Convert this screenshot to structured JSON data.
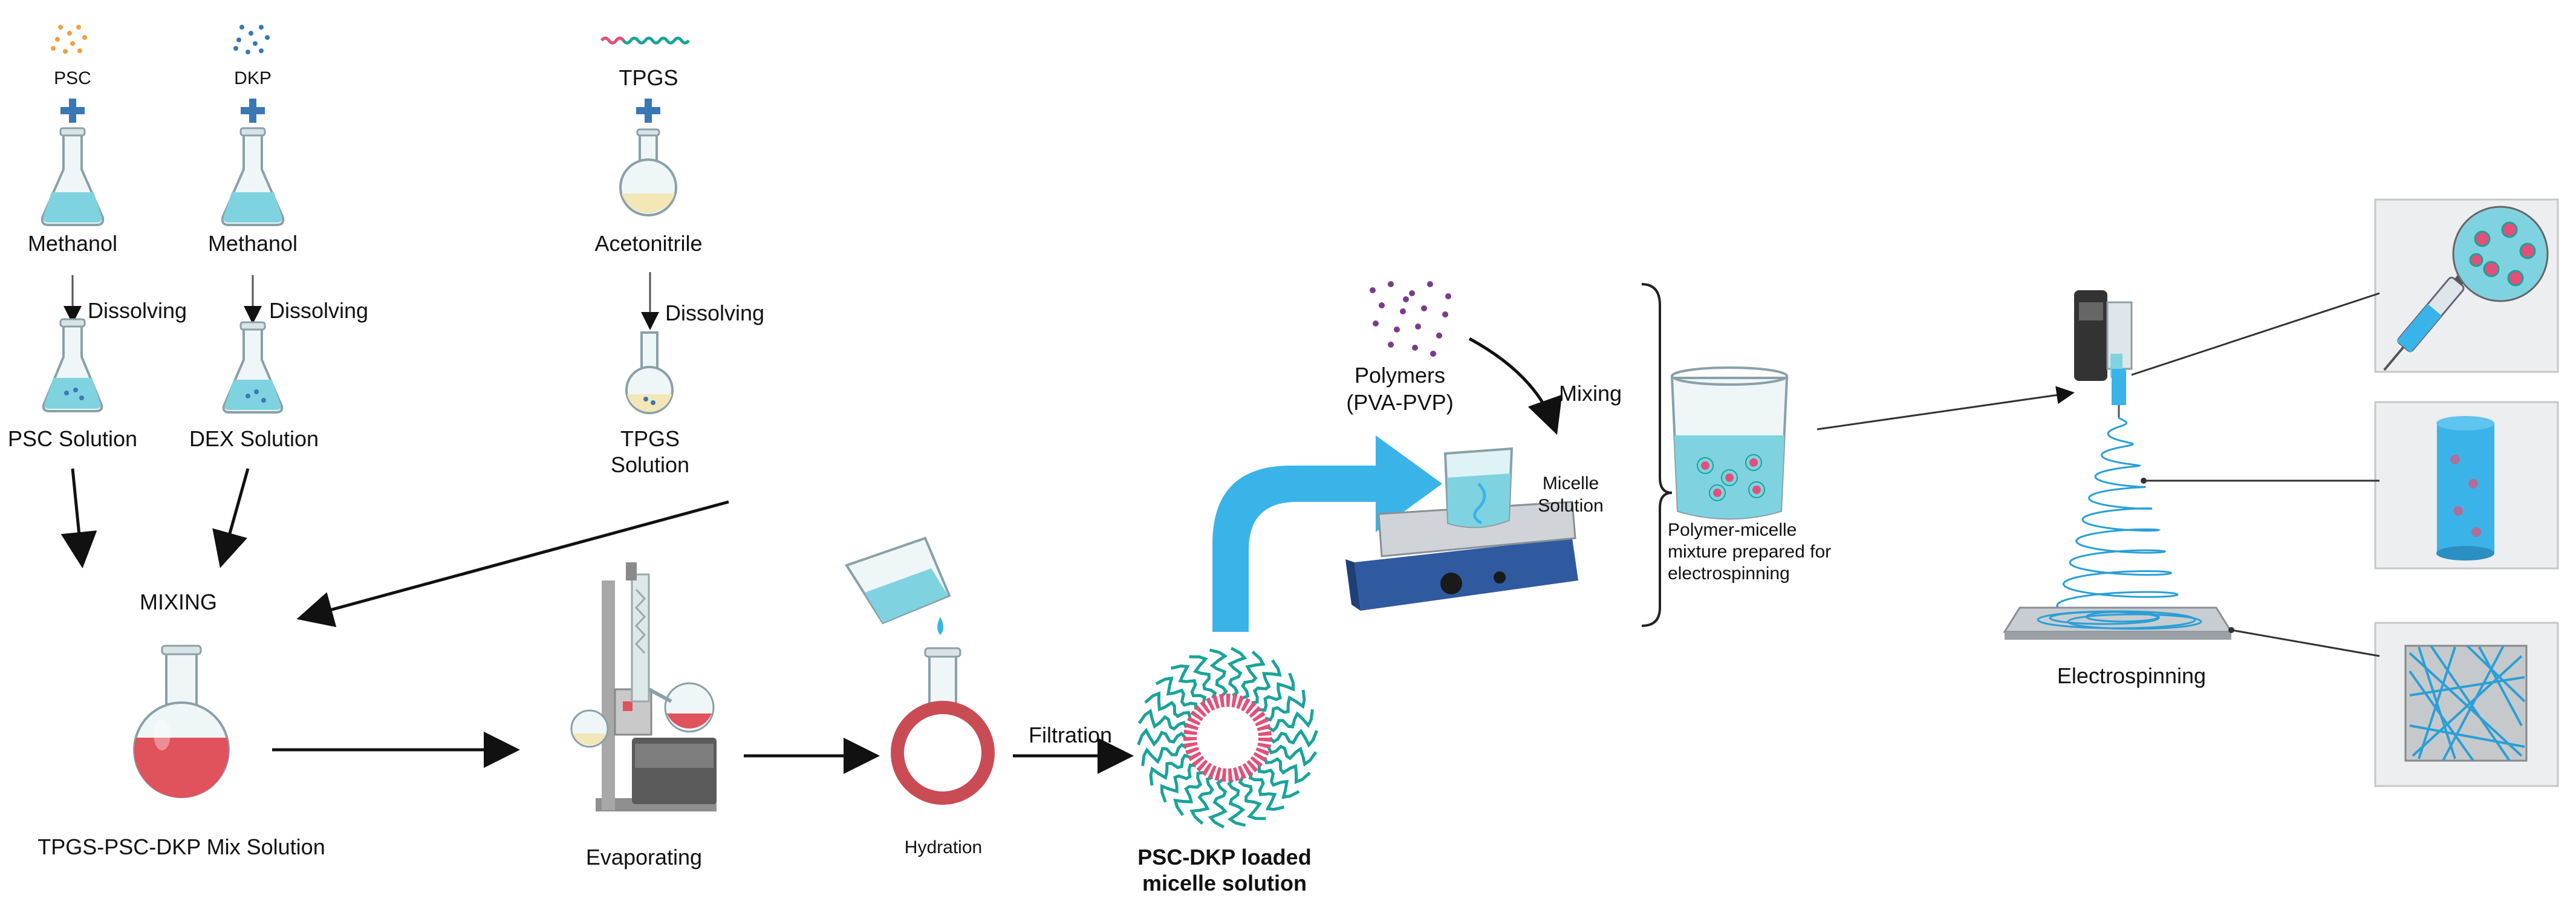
{
  "materials": {
    "psc": "PSC",
    "dkp": "DKP",
    "tpgs": "TPGS",
    "methanol_1": "Methanol",
    "methanol_2": "Methanol",
    "acetonitrile": "Acetonitrile"
  },
  "process": {
    "dissolving_1": "Dissolving",
    "dissolving_2": "Dissolving",
    "dissolving_3": "Dissolving",
    "mixing": "MIXING",
    "evaporating": "Evaporating",
    "hydration": "Hydration",
    "filtration": "Filtration",
    "mixing_polymers": "Mixing",
    "electrospinning": "Electrospinning"
  },
  "solutions": {
    "psc_solution": "PSC Solution",
    "dex_solution": "DEX Solution",
    "tpgs_solution_line1": "TPGS",
    "tpgs_solution_line2": "Solution",
    "mix_solution": "TPGS-PSC-DKP Mix Solution",
    "loaded_line1": "PSC-DKP loaded",
    "loaded_line2": "micelle solution",
    "micelle_line1": "Micelle",
    "micelle_line2": "Solution",
    "polymers_line1": "Polymers",
    "polymers_line2": "(PVA-PVP)",
    "mixture_line1": "Polymer-micelle",
    "mixture_line2": "mixture prepared for",
    "mixture_line3": "electrospinning"
  },
  "colors": {
    "flask_liquid": "#7fd3e0",
    "tpgs_liquid": "#f3e7b8",
    "mix_liquid": "#e0525c",
    "big_arrow": "#3ab4e8",
    "micelle_tail": "#1aa39a",
    "micelle_head": "#e2507a",
    "polymer_dot": "#7a3b8c",
    "fiber": "#2a9fd6"
  },
  "icons": [
    "plus-icon",
    "flask-icon",
    "round-flask-icon",
    "rotary-evaporator-icon",
    "beaker-icon",
    "micelle-icon",
    "hotplate-stirrer-icon",
    "syringe-pump-icon",
    "fiber-collector-icon"
  ]
}
